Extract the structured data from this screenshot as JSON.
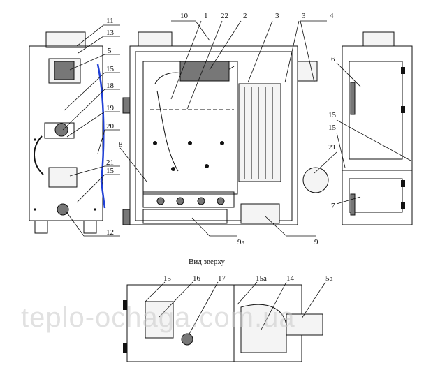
{
  "caption_top_view": "Вид зверху",
  "watermark": "teplo-ochaga.com.ua",
  "colors": {
    "line": "#111111",
    "blue_tube": "#1f3fd6",
    "watermark": "#c9c9c9"
  },
  "labels": {
    "l1": "1",
    "l2": "2",
    "l3a": "3",
    "l3b": "3",
    "l4": "4",
    "l5": "5",
    "l5a": "5а",
    "l6": "6",
    "l7": "7",
    "l8": "8",
    "l9": "9",
    "l9a": "9а",
    "l10": "10",
    "l11": "11",
    "l12": "12",
    "l13": "13",
    "l14": "14",
    "l15a": "15",
    "l15b": "15",
    "l15c": "15",
    "l15d": "15",
    "l15e": "15",
    "l15f": "15а",
    "l16": "16",
    "l17": "17",
    "l18": "18",
    "l19": "19",
    "l20": "20",
    "l21a": "21",
    "l21b": "21",
    "l22": "22"
  }
}
